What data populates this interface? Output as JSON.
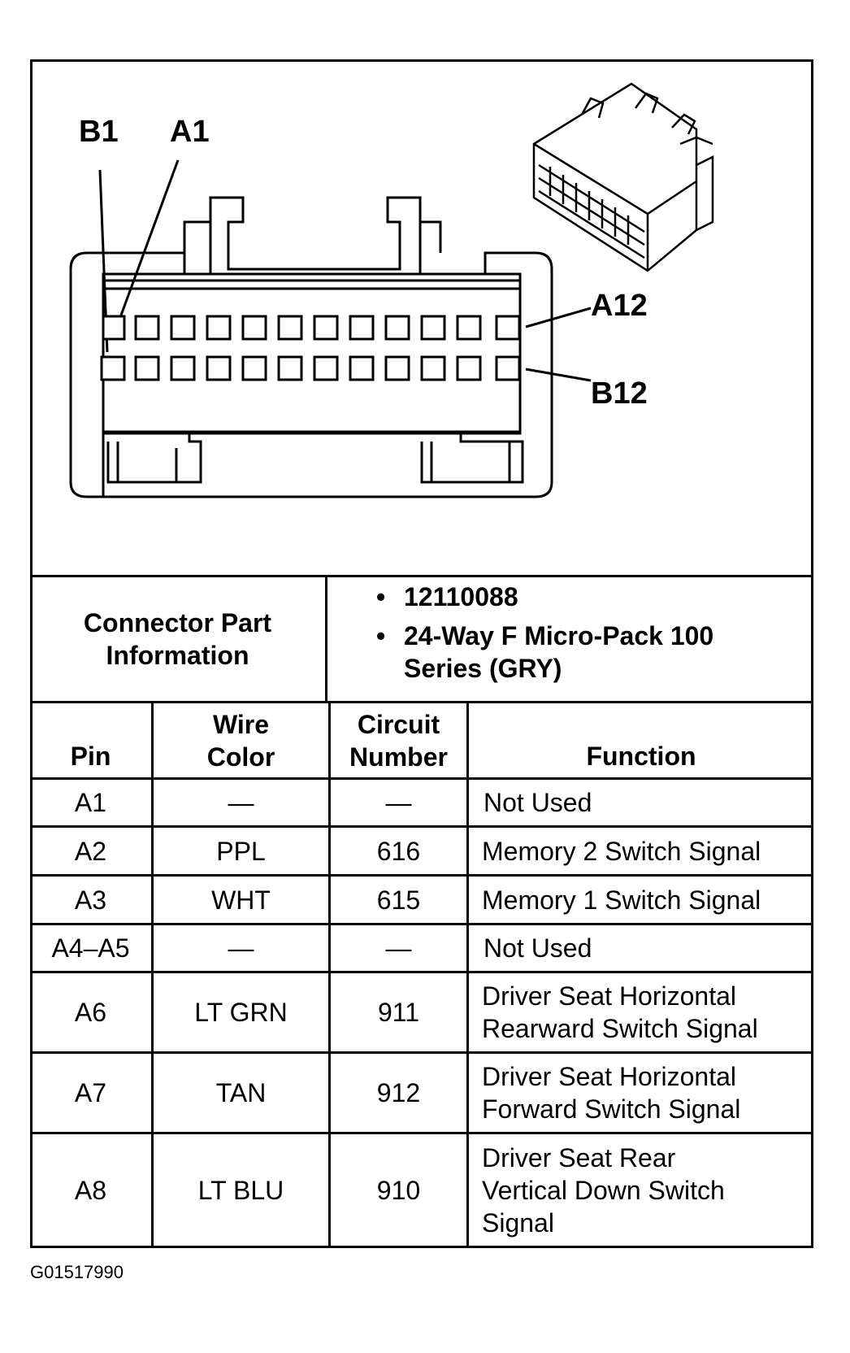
{
  "diagram": {
    "label_b1": "B1",
    "label_a1": "A1",
    "label_a12": "A12",
    "label_b12": "B12"
  },
  "connector_info": {
    "label": "Connector Part Information",
    "items": [
      "12110088",
      "24-Way F Micro-Pack 100 Series (GRY)"
    ]
  },
  "table": {
    "headers": {
      "pin": "Pin",
      "wire_color": "Wire Color",
      "circuit_number": "Circuit Number",
      "function": "Function"
    },
    "rows": [
      {
        "pin": "A1",
        "wire_color": "—",
        "circuit": "—",
        "function": "Not Used"
      },
      {
        "pin": "A2",
        "wire_color": "PPL",
        "circuit": "616",
        "function": "Memory 2 Switch Signal"
      },
      {
        "pin": "A3",
        "wire_color": "WHT",
        "circuit": "615",
        "function": "Memory 1 Switch Signal"
      },
      {
        "pin": "A4–A5",
        "wire_color": "—",
        "circuit": "—",
        "function": "Not Used"
      },
      {
        "pin": "A6",
        "wire_color": "LT GRN",
        "circuit": "911",
        "function": "Driver Seat Horizontal Rearward Switch Signal"
      },
      {
        "pin": "A7",
        "wire_color": "TAN",
        "circuit": "912",
        "function": "Driver Seat Horizontal Forward Switch Signal"
      },
      {
        "pin": "A8",
        "wire_color": "LT BLU",
        "circuit": "910",
        "function": "Driver Seat Rear Vertical Down Switch Signal"
      }
    ]
  },
  "figure_id": "G01517990"
}
